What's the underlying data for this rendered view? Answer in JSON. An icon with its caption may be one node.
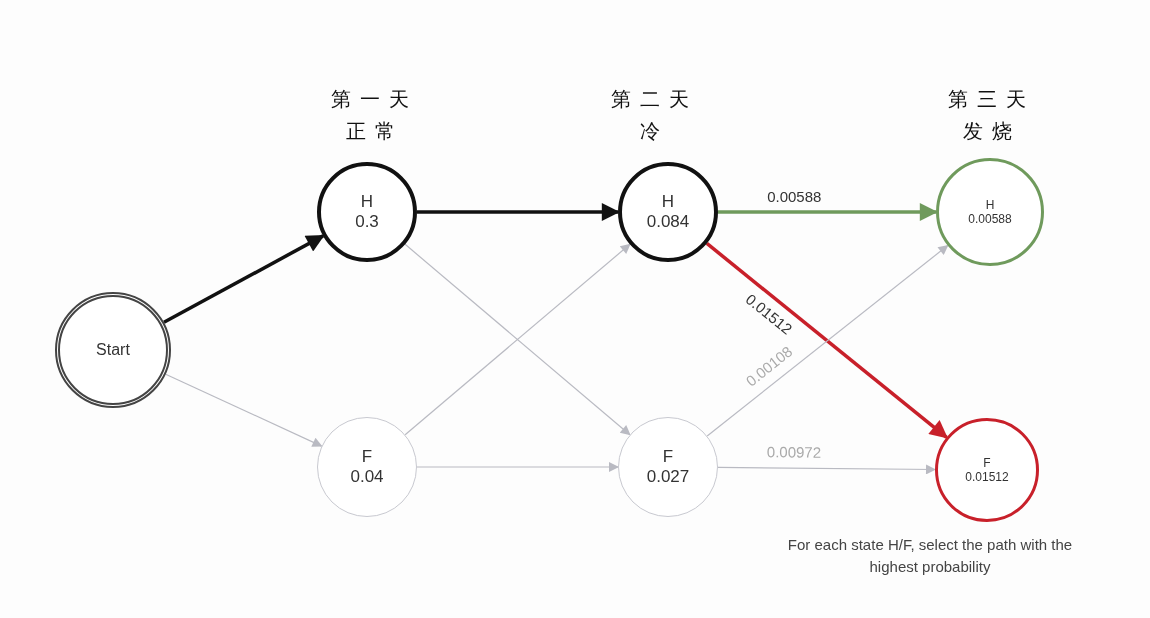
{
  "diagram": {
    "nodes": [
      {
        "text": [
          "Start"
        ]
      },
      {
        "text": [
          "H",
          "0.3"
        ]
      },
      {
        "text": [
          "F",
          "0.04"
        ]
      },
      {
        "text": [
          "H",
          "0.084"
        ]
      },
      {
        "text": [
          "F",
          "0.027"
        ]
      },
      {
        "text": [
          "H",
          "0.00588"
        ]
      },
      {
        "text": [
          "F",
          "0.01512"
        ]
      }
    ],
    "edges": [
      {
        "from": 0,
        "to": 1,
        "arrow": "to",
        "style": "thick",
        "color": "#111111"
      },
      {
        "from": 0,
        "to": 2,
        "arrow": "to"
      },
      {
        "from": 1,
        "to": 3,
        "arrow": "to",
        "style": "thick",
        "color": "#111111"
      },
      {
        "from": 1,
        "to": 4,
        "arrow": "to"
      },
      {
        "from": 2,
        "to": 3,
        "arrow": "to"
      },
      {
        "from": 2,
        "to": 4,
        "arrow": "to"
      },
      {
        "from": 3,
        "to": 5,
        "arrow": "to",
        "label": "0.00588",
        "style": "thick",
        "color": "#6f9a5c"
      },
      {
        "from": 3,
        "to": 6,
        "arrow": "to",
        "label": "0.01512",
        "style": "thick",
        "color": "#c8202a"
      },
      {
        "from": 4,
        "to": 5,
        "arrow": "to",
        "label": "0.00108"
      },
      {
        "from": 4,
        "to": 6,
        "arrow": "to",
        "label": "0.00972"
      }
    ],
    "labels": [
      "第一天",
      "正常",
      "第二天",
      "冷",
      "第三天",
      "发烧",
      "For each state H/F, select the path with the highest probability"
    ]
  }
}
